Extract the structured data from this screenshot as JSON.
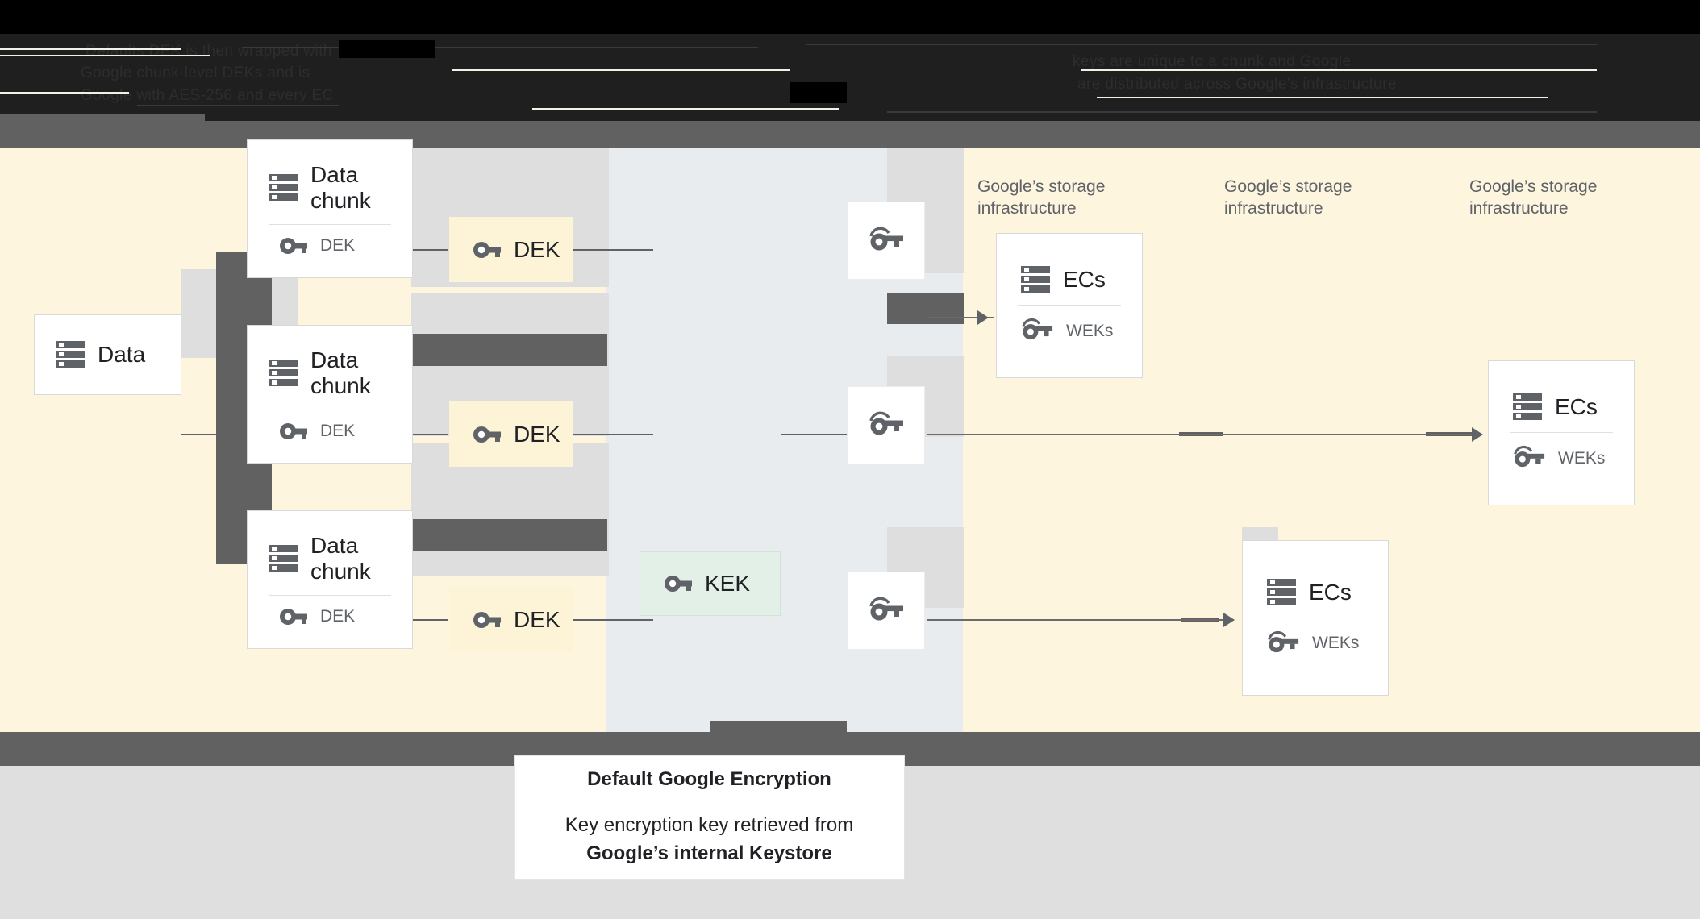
{
  "header": {
    "state": "obscured",
    "glitch_lines": [
      "Defaults                     DEK is then wrapped with",
      "Google                       chunk-level DEKs and is",
      "Google                       with AES-256 and every EC",
      "keys are unique to a chunk and Google",
      "are distributed across Google's infrastructure"
    ]
  },
  "diagram": {
    "zone_labels": [
      "Google’s storage infrastructure",
      "Google’s storage infrastructure",
      "Google’s storage infrastructure"
    ],
    "source": {
      "title": "Data",
      "icon": "server-icon"
    },
    "chunks": [
      {
        "title": "Data chunk",
        "key_label": "DEK",
        "icon": "server-icon",
        "key_icon": "key-icon"
      },
      {
        "title": "Data chunk",
        "key_label": "DEK",
        "icon": "server-icon",
        "key_icon": "key-icon"
      },
      {
        "title": "Data chunk",
        "key_label": "DEK",
        "icon": "server-icon",
        "key_icon": "key-icon"
      }
    ],
    "deks": [
      {
        "label": "DEK",
        "icon": "key-icon"
      },
      {
        "label": "DEK",
        "icon": "key-icon"
      },
      {
        "label": "DEK",
        "icon": "key-icon"
      }
    ],
    "kek": {
      "label": "KEK",
      "icon": "key-icon"
    },
    "wrapped_keys": [
      {
        "icon": "wrapped-key-icon"
      },
      {
        "icon": "wrapped-key-icon"
      },
      {
        "icon": "wrapped-key-icon"
      }
    ],
    "ec_cards": [
      {
        "title": "ECs",
        "key_label": "WEKs",
        "icon": "server-icon",
        "key_icon": "wrapped-key-icon"
      },
      {
        "title": "ECs",
        "key_label": "WEKs",
        "icon": "server-icon",
        "key_icon": "wrapped-key-icon"
      },
      {
        "title": "ECs",
        "key_label": "WEKs",
        "icon": "server-icon",
        "key_icon": "wrapped-key-icon"
      }
    ]
  },
  "caption": {
    "title": "Default Google Encryption",
    "line1": "Key encryption key retrieved from",
    "line2": "Google’s internal Keystore"
  },
  "colors": {
    "cream": "#fdf5de",
    "blue_gray": "#e8ecee",
    "dek_yellow": "#fdf3d7",
    "kek_green": "#e2f0e8",
    "occlusion_gray": "#616161",
    "strip_gray": "#dedede",
    "footer_gray": "#dfdfdf",
    "icon_gray": "#5f6368",
    "text_dark": "#202124"
  }
}
